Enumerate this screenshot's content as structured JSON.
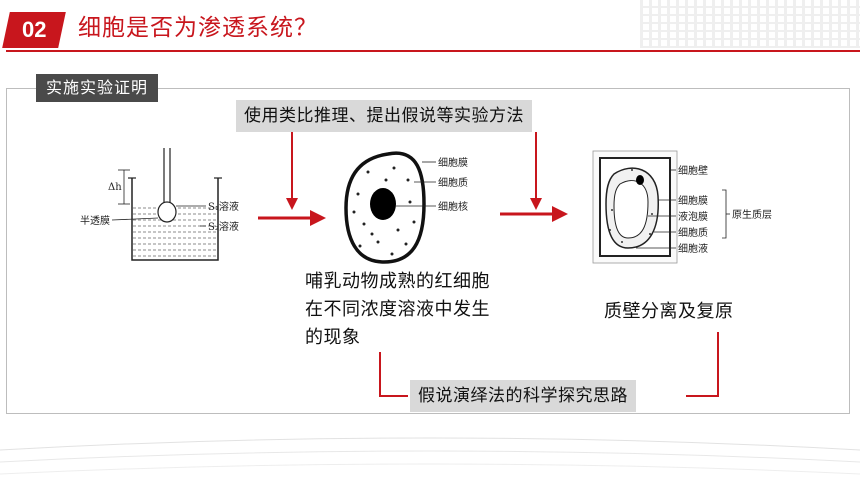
{
  "header": {
    "number": "02",
    "title": "细胞是否为渗透系统？"
  },
  "section": {
    "label": "实施实验证明"
  },
  "method_box": "使用类比推理、提出假说等实验方法",
  "osmosis_diagram": {
    "delta_h": "Δh",
    "membrane": "半透膜",
    "s1": "S₁溶液",
    "s2": "S₂溶液"
  },
  "cell_diagram": {
    "labels": [
      "细胞膜",
      "细胞质",
      "细胞核"
    ]
  },
  "plant_cell_diagram": {
    "cell_wall": "细胞壁",
    "labels": [
      "细胞膜",
      "液泡膜",
      "细胞质",
      "细胞液"
    ],
    "bracket_label": "原生质层"
  },
  "cell_description": "哺乳动物成熟的红细胞在不同浓度溶液中发生的现象",
  "plasmolysis_description": "质壁分离及复原",
  "bottom_box": "假说演绎法的科学探究思路",
  "colors": {
    "accent": "#c8161d",
    "label_bg": "#4a4a4a",
    "box_bg": "#d9d9d9"
  }
}
